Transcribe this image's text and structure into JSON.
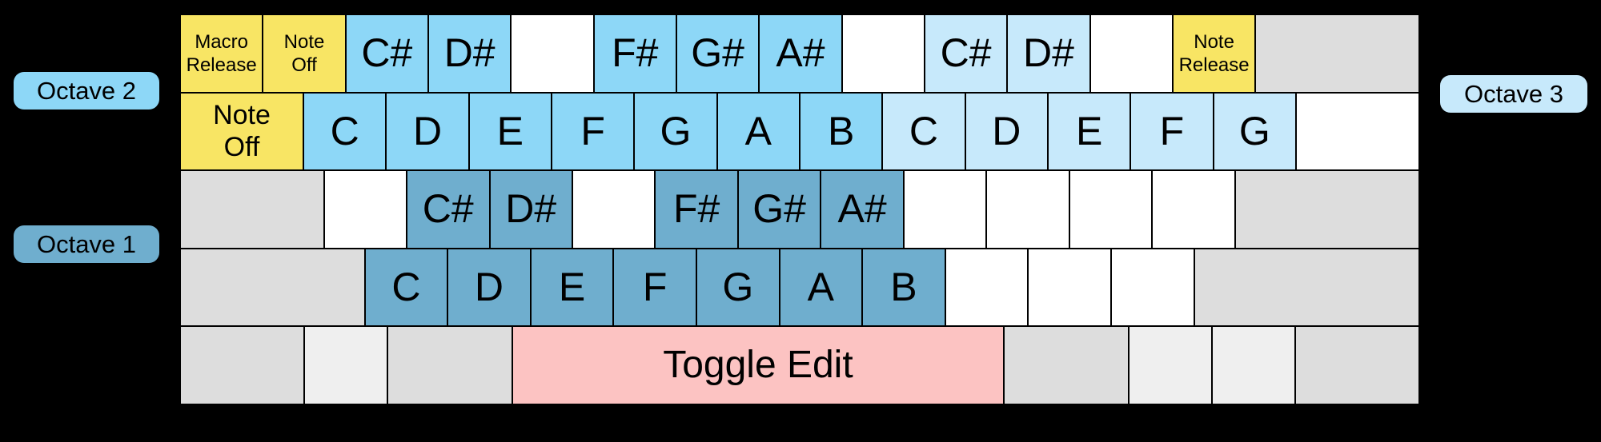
{
  "labels": {
    "octave1": "Octave 1",
    "octave2": "Octave 2",
    "octave3": "Octave 3"
  },
  "colors": {
    "background": "#000000",
    "key_border": "#000000",
    "text": "#000000",
    "yellow": "#F8E564",
    "octave2_blue": "#8DD7F7",
    "octave3_blue": "#C7E9FB",
    "octave1_blue": "#6FAECE",
    "gray": "#DDDDDD",
    "light_gray": "#EFEFEF",
    "pink": "#FCC3C2",
    "white": "#FFFFFF"
  },
  "keyboard": {
    "rows": [
      {
        "keys": [
          {
            "name": "key-macro-release",
            "label": "Macro\nRelease",
            "color": "yellow",
            "units": 1,
            "size": "sm"
          },
          {
            "name": "key-note-off-top",
            "label": "Note\nOff",
            "color": "yellow",
            "units": 1,
            "size": "sm"
          },
          {
            "name": "key-note-csharp-octave2",
            "label": "C#",
            "color": "octave2_blue",
            "units": 1,
            "size": "lg"
          },
          {
            "name": "key-note-dsharp-octave2",
            "label": "D#",
            "color": "octave2_blue",
            "units": 1,
            "size": "lg"
          },
          {
            "name": "key-unmapped",
            "label": "",
            "color": "white",
            "units": 1
          },
          {
            "name": "key-note-fsharp-octave2",
            "label": "F#",
            "color": "octave2_blue",
            "units": 1,
            "size": "lg"
          },
          {
            "name": "key-note-gsharp-octave2",
            "label": "G#",
            "color": "octave2_blue",
            "units": 1,
            "size": "lg"
          },
          {
            "name": "key-note-asharp-octave2",
            "label": "A#",
            "color": "octave2_blue",
            "units": 1,
            "size": "lg"
          },
          {
            "name": "key-unmapped",
            "label": "",
            "color": "white",
            "units": 1
          },
          {
            "name": "key-note-csharp-octave3",
            "label": "C#",
            "color": "octave3_blue",
            "units": 1,
            "size": "lg"
          },
          {
            "name": "key-note-dsharp-octave3",
            "label": "D#",
            "color": "octave3_blue",
            "units": 1,
            "size": "lg"
          },
          {
            "name": "key-unmapped",
            "label": "",
            "color": "white",
            "units": 1
          },
          {
            "name": "key-note-release",
            "label": "Note\nRelease",
            "color": "yellow",
            "units": 1,
            "size": "sm"
          },
          {
            "name": "key-unmapped-backspace",
            "label": "",
            "color": "gray",
            "units": 2
          }
        ]
      },
      {
        "keys": [
          {
            "name": "key-note-off-tab",
            "label": "Note\nOff",
            "color": "yellow",
            "units": 1.5,
            "size": "md"
          },
          {
            "name": "key-note-c-octave2",
            "label": "C",
            "color": "octave2_blue",
            "units": 1,
            "size": "lg"
          },
          {
            "name": "key-note-d-octave2",
            "label": "D",
            "color": "octave2_blue",
            "units": 1,
            "size": "lg"
          },
          {
            "name": "key-note-e-octave2",
            "label": "E",
            "color": "octave2_blue",
            "units": 1,
            "size": "lg"
          },
          {
            "name": "key-note-f-octave2",
            "label": "F",
            "color": "octave2_blue",
            "units": 1,
            "size": "lg"
          },
          {
            "name": "key-note-g-octave2",
            "label": "G",
            "color": "octave2_blue",
            "units": 1,
            "size": "lg"
          },
          {
            "name": "key-note-a-octave2",
            "label": "A",
            "color": "octave2_blue",
            "units": 1,
            "size": "lg"
          },
          {
            "name": "key-note-b-octave2",
            "label": "B",
            "color": "octave2_blue",
            "units": 1,
            "size": "lg"
          },
          {
            "name": "key-note-c-octave3",
            "label": "C",
            "color": "octave3_blue",
            "units": 1,
            "size": "lg"
          },
          {
            "name": "key-note-d-octave3",
            "label": "D",
            "color": "octave3_blue",
            "units": 1,
            "size": "lg"
          },
          {
            "name": "key-note-e-octave3",
            "label": "E",
            "color": "octave3_blue",
            "units": 1,
            "size": "lg"
          },
          {
            "name": "key-note-f-octave3",
            "label": "F",
            "color": "octave3_blue",
            "units": 1,
            "size": "lg"
          },
          {
            "name": "key-note-g-octave3",
            "label": "G",
            "color": "octave3_blue",
            "units": 1,
            "size": "lg"
          },
          {
            "name": "key-unmapped-backslash",
            "label": "",
            "color": "white",
            "units": 1.5
          }
        ]
      },
      {
        "keys": [
          {
            "name": "key-unmapped-capslock",
            "label": "",
            "color": "gray",
            "units": 1.75
          },
          {
            "name": "key-unmapped",
            "label": "",
            "color": "white",
            "units": 1
          },
          {
            "name": "key-note-csharp-octave1",
            "label": "C#",
            "color": "octave1_blue",
            "units": 1,
            "size": "lg"
          },
          {
            "name": "key-note-dsharp-octave1",
            "label": "D#",
            "color": "octave1_blue",
            "units": 1,
            "size": "lg"
          },
          {
            "name": "key-unmapped",
            "label": "",
            "color": "white",
            "units": 1
          },
          {
            "name": "key-note-fsharp-octave1",
            "label": "F#",
            "color": "octave1_blue",
            "units": 1,
            "size": "lg"
          },
          {
            "name": "key-note-gsharp-octave1",
            "label": "G#",
            "color": "octave1_blue",
            "units": 1,
            "size": "lg"
          },
          {
            "name": "key-note-asharp-octave1",
            "label": "A#",
            "color": "octave1_blue",
            "units": 1,
            "size": "lg"
          },
          {
            "name": "key-unmapped",
            "label": "",
            "color": "white",
            "units": 1
          },
          {
            "name": "key-unmapped",
            "label": "",
            "color": "white",
            "units": 1
          },
          {
            "name": "key-unmapped",
            "label": "",
            "color": "white",
            "units": 1
          },
          {
            "name": "key-unmapped",
            "label": "",
            "color": "white",
            "units": 1
          },
          {
            "name": "key-unmapped-enter",
            "label": "",
            "color": "gray",
            "units": 2.25
          }
        ]
      },
      {
        "keys": [
          {
            "name": "key-unmapped-left-shift",
            "label": "",
            "color": "gray",
            "units": 2.25
          },
          {
            "name": "key-note-c-octave1",
            "label": "C",
            "color": "octave1_blue",
            "units": 1,
            "size": "lg"
          },
          {
            "name": "key-note-d-octave1",
            "label": "D",
            "color": "octave1_blue",
            "units": 1,
            "size": "lg"
          },
          {
            "name": "key-note-e-octave1",
            "label": "E",
            "color": "octave1_blue",
            "units": 1,
            "size": "lg"
          },
          {
            "name": "key-note-f-octave1",
            "label": "F",
            "color": "octave1_blue",
            "units": 1,
            "size": "lg"
          },
          {
            "name": "key-note-g-octave1",
            "label": "G",
            "color": "octave1_blue",
            "units": 1,
            "size": "lg"
          },
          {
            "name": "key-note-a-octave1",
            "label": "A",
            "color": "octave1_blue",
            "units": 1,
            "size": "lg"
          },
          {
            "name": "key-note-b-octave1",
            "label": "B",
            "color": "octave1_blue",
            "units": 1,
            "size": "lg"
          },
          {
            "name": "key-unmapped",
            "label": "",
            "color": "white",
            "units": 1
          },
          {
            "name": "key-unmapped",
            "label": "",
            "color": "white",
            "units": 1
          },
          {
            "name": "key-unmapped",
            "label": "",
            "color": "white",
            "units": 1
          },
          {
            "name": "key-unmapped-right-shift",
            "label": "",
            "color": "gray",
            "units": 2.75
          }
        ]
      },
      {
        "keys": [
          {
            "name": "key-unmapped-left-ctrl",
            "label": "",
            "color": "gray",
            "units": 1.5
          },
          {
            "name": "key-unmapped-left-win",
            "label": "",
            "color": "light_gray",
            "units": 1
          },
          {
            "name": "key-unmapped-left-alt",
            "label": "",
            "color": "gray",
            "units": 1.5
          },
          {
            "name": "key-toggle-edit-space",
            "label": "Toggle Edit",
            "color": "pink",
            "units": 6,
            "size": "xl"
          },
          {
            "name": "key-unmapped-right-alt",
            "label": "",
            "color": "gray",
            "units": 1.5
          },
          {
            "name": "key-unmapped-right-win",
            "label": "",
            "color": "light_gray",
            "units": 1
          },
          {
            "name": "key-unmapped-menu",
            "label": "",
            "color": "light_gray",
            "units": 1
          },
          {
            "name": "key-unmapped-right-ctrl",
            "label": "",
            "color": "gray",
            "units": 1.5
          }
        ]
      }
    ]
  }
}
